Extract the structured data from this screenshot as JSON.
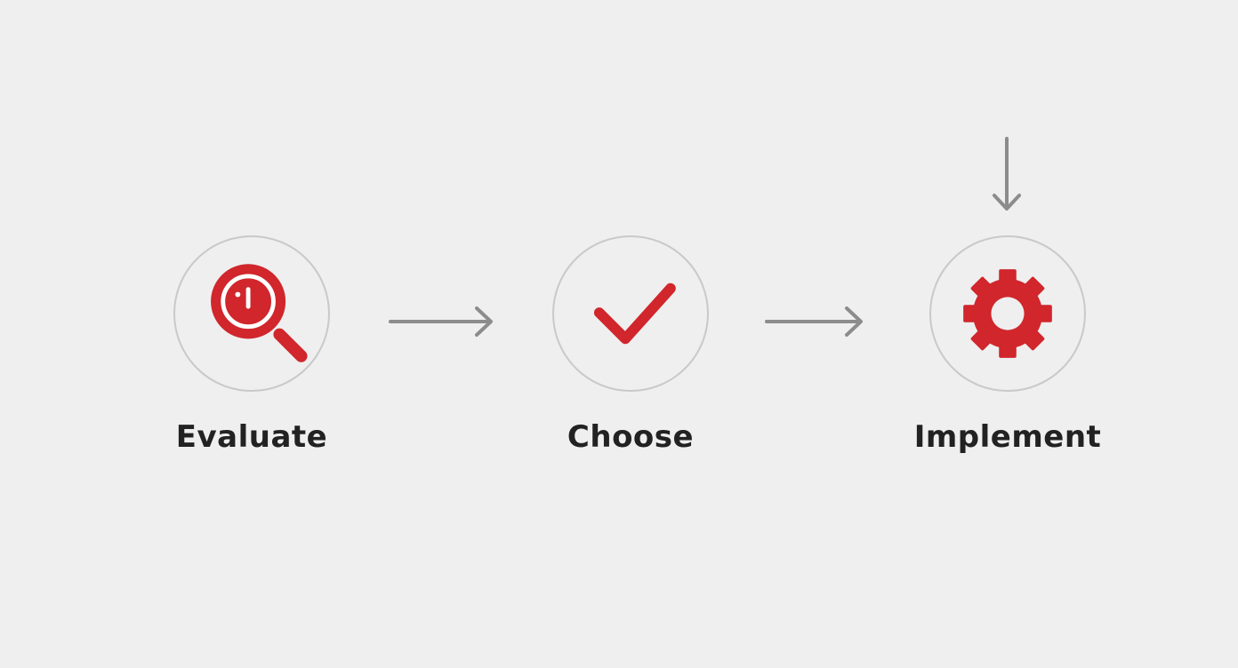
{
  "steps": [
    {
      "label": "Evaluate",
      "icon": "magnifier-gauge-icon"
    },
    {
      "label": "Choose",
      "icon": "checkmark-icon"
    },
    {
      "label": "Implement",
      "icon": "gear-icon"
    }
  ],
  "colors": {
    "background": "#efefef",
    "accent": "#d0262c",
    "circle_border": "#c9c9c9",
    "arrow": "#8c8c8c",
    "text": "#222222"
  }
}
